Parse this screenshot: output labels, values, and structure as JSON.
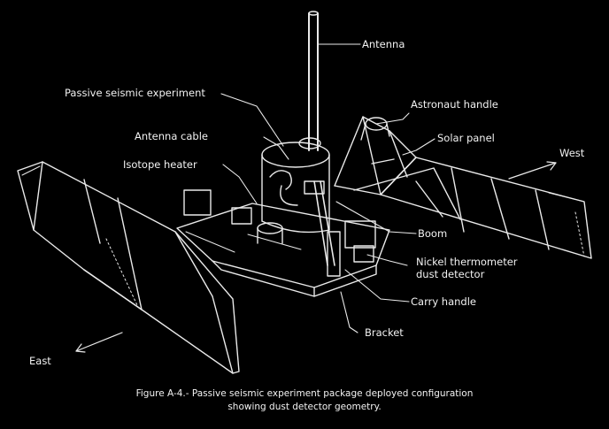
{
  "labels": {
    "antenna": "Antenna",
    "passive_seismic_experiment": "Passive seismic experiment",
    "astronaut_handle": "Astronaut handle",
    "antenna_cable": "Antenna cable",
    "solar_panel": "Solar panel",
    "isotope_heater": "Isotope heater",
    "west": "West",
    "boom": "Boom",
    "nickel_thermometer_line1": "Nickel thermometer",
    "nickel_thermometer_line2": "dust detector",
    "carry_handle": "Carry handle",
    "bracket": "Bracket",
    "east": "East"
  },
  "caption": {
    "line1": "Figure A-4.-  Passive seismic experiment package deployed configuration",
    "line2": "showing dust detector geometry."
  },
  "colors": {
    "background": "#000000",
    "ink": "#f2f2f2"
  }
}
